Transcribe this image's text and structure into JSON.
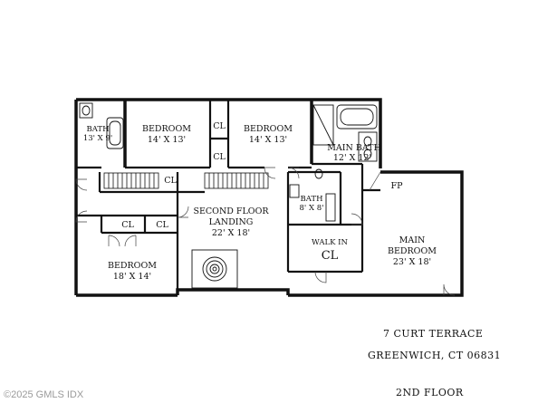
{
  "rooms": {
    "bath_small": {
      "name": "BATH",
      "size": "13' X 9'"
    },
    "bedroom_1": {
      "name": "BEDROOM",
      "size": "14' X 13'"
    },
    "bedroom_2": {
      "name": "BEDROOM",
      "size": "14' X 13'"
    },
    "main_bath": {
      "name": "MAIN BATH",
      "size": "12' X 12'"
    },
    "landing": {
      "name_line1": "SECOND FLOOR",
      "name_line2": "LANDING",
      "size": "22' X 18'"
    },
    "bath_mid": {
      "name": "BATH",
      "size": "8' X 8'"
    },
    "bedroom_3": {
      "name": "BEDROOM",
      "size": "18' X 14'"
    },
    "walk_in": {
      "name_line1": "WALK IN",
      "name_line2": "CL"
    },
    "main_bedroom": {
      "name_line1": "MAIN",
      "name_line2": "BEDROOM",
      "size": "23' X 18'"
    }
  },
  "closets": [
    "CL",
    "CL",
    "CL",
    "CL",
    "CL"
  ],
  "fireplace": "FP",
  "address": {
    "street": "7 CURT TERRACE",
    "city": "GREENWICH, CT 06831"
  },
  "floor_label": "2ND FLOOR",
  "watermark": "©2025 GMLS IDX"
}
